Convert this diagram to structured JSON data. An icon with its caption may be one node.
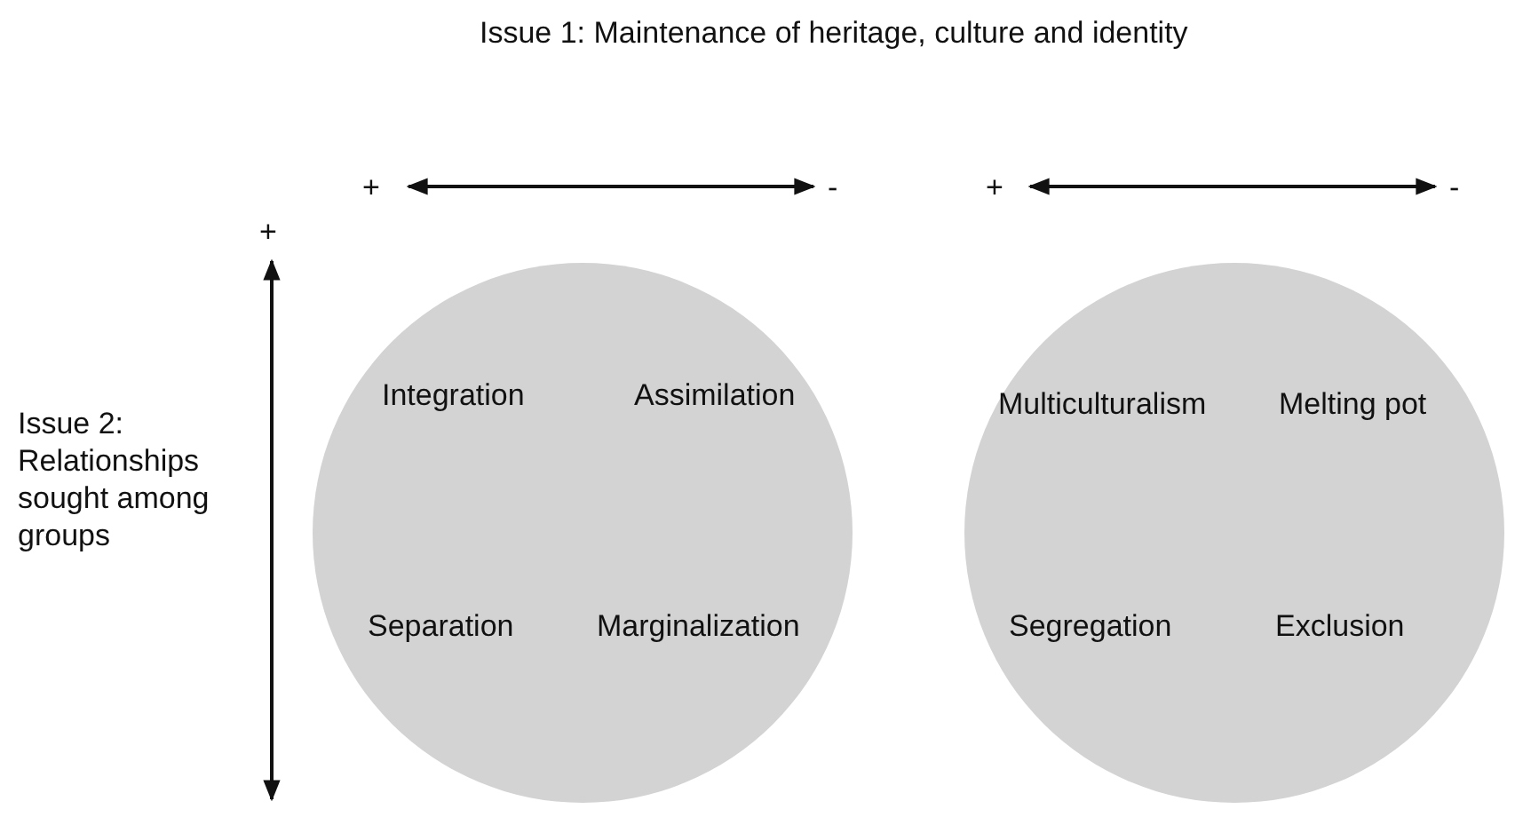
{
  "diagram": {
    "nodes": [
      {
        "text": [
          "Integration",
          "Assimilation",
          "Separation",
          "Marginalization"
        ]
      },
      {
        "text": [
          "Multiculturalism",
          "Melting pot",
          "Segregation",
          "Exclusion"
        ]
      }
    ],
    "labels": [
      "Issue 1: Maintenance of heritage, culture and identity",
      "+",
      "-",
      "+",
      "-",
      "+",
      "Issue 2: Relationships sought among groups"
    ]
  }
}
